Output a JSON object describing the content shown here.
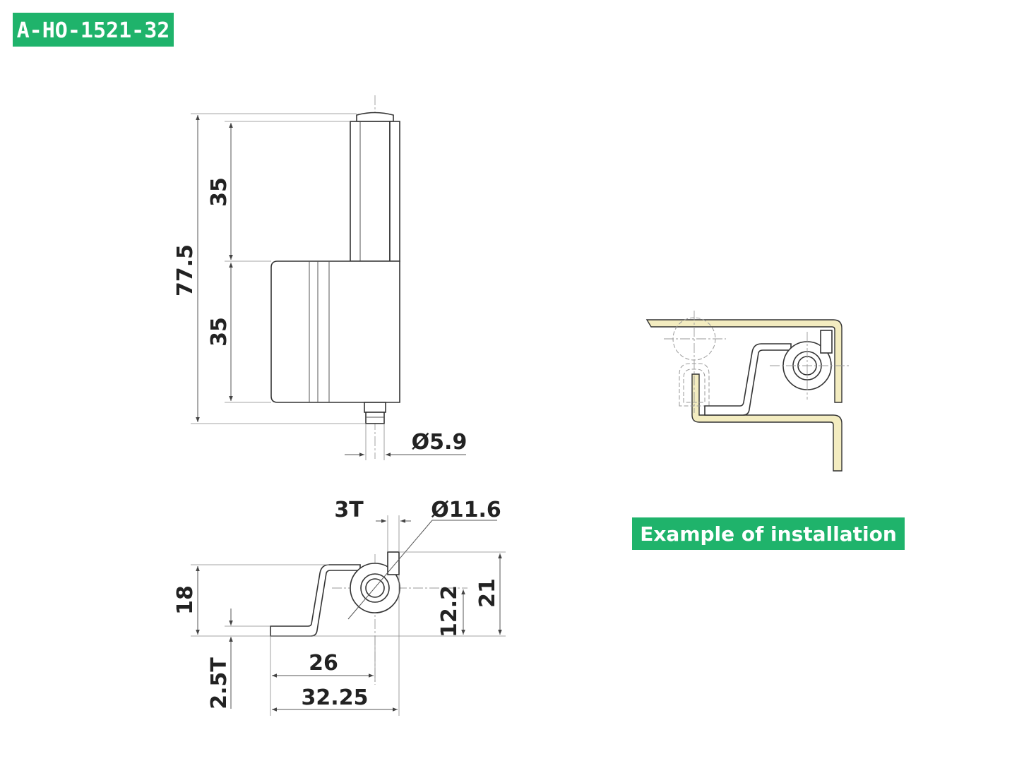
{
  "model_code": "A-HO-1521-32",
  "caption": "Example of installation",
  "colors": {
    "accent_green": "#1fb36b",
    "leaf_gold": "#f3ecc0"
  },
  "front_view": {
    "dims": {
      "total_height": "77.5",
      "upper_height": "35",
      "lower_height": "35",
      "pin_diameter": "Ø5.9"
    }
  },
  "side_view": {
    "dims": {
      "thickness_barrel": "3T",
      "barrel_diameter": "Ø11.6",
      "height_total": "18",
      "height_overall": "21",
      "center_height": "12.2",
      "thickness_leaf": "2.5T",
      "width_to_center": "26",
      "width_total": "32.25"
    }
  }
}
